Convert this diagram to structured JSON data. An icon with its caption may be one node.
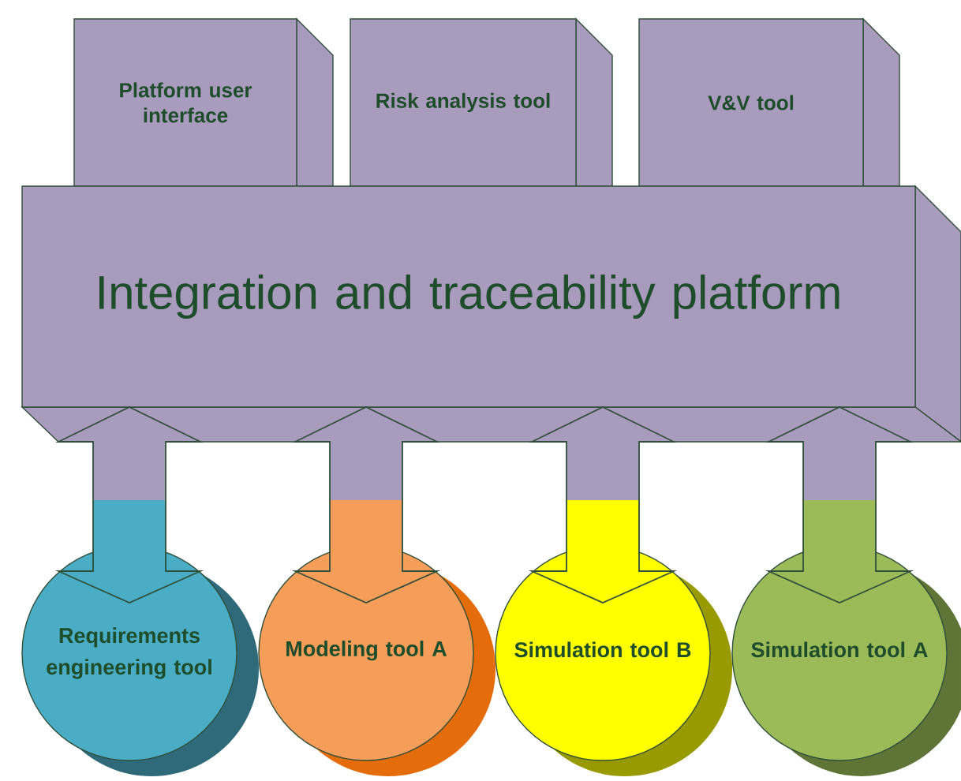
{
  "diagram": {
    "nodes": [
      {
        "text": [
          "Platform user interface"
        ]
      },
      {
        "text": [
          "Risk analysis tool"
        ]
      },
      {
        "text": [
          "V&V tool"
        ]
      },
      {
        "text": [
          "Integration and traceability platform"
        ]
      },
      {
        "text": [
          "Requirements engineering tool"
        ]
      },
      {
        "text": [
          "Modeling tool A"
        ]
      },
      {
        "text": [
          "Simulation tool B"
        ]
      },
      {
        "text": [
          "Simulation tool A"
        ]
      }
    ],
    "edges": [
      {
        "from": 3,
        "to": 4,
        "arrow": "both",
        "style": "thick",
        "color": "#4bacc6"
      },
      {
        "from": 3,
        "to": 5,
        "arrow": "both",
        "style": "thick",
        "color": "#f79d5a"
      },
      {
        "from": 3,
        "to": 6,
        "arrow": "both",
        "style": "thick",
        "color": "#ffff00"
      },
      {
        "from": 3,
        "to": 7,
        "arrow": "both",
        "style": "thick",
        "color": "#9bbb59"
      }
    ]
  }
}
